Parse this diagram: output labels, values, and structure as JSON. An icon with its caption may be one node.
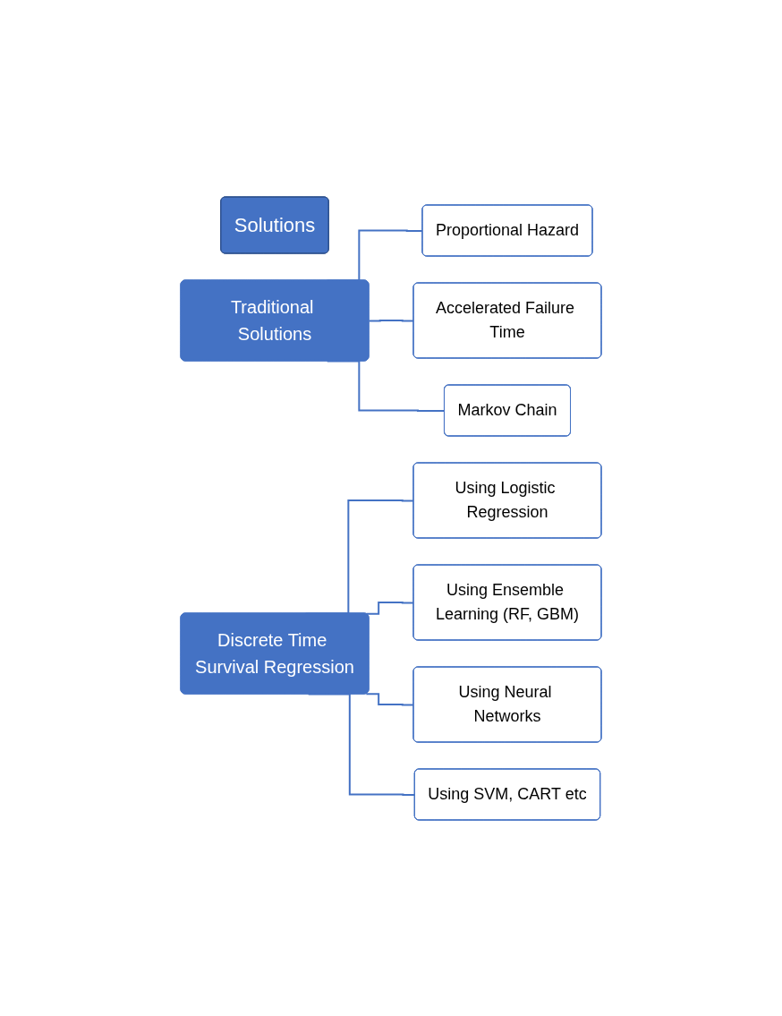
{
  "diagram": {
    "nodes": [
      {
        "text": [
          "Solutions"
        ]
      },
      {
        "text": [
          "Traditional Solutions"
        ]
      },
      {
        "text": [
          "Discrete Time Survival Regression"
        ]
      },
      {
        "text": [
          "Proportional Hazard"
        ]
      },
      {
        "text": [
          "Accelerated Failure Time"
        ]
      },
      {
        "text": [
          "Markov Chain"
        ]
      },
      {
        "text": [
          "Using Logistic Regression"
        ]
      },
      {
        "text": [
          "Using Ensemble Learning (RF, GBM)"
        ]
      },
      {
        "text": [
          "Using Neural Networks"
        ]
      },
      {
        "text": [
          "Using SVM, CART etc"
        ]
      }
    ],
    "edges": [
      {
        "from": 1,
        "to": 3,
        "arrow": "none"
      },
      {
        "from": 1,
        "to": 4,
        "arrow": "none"
      },
      {
        "from": 1,
        "to": 5,
        "arrow": "none"
      },
      {
        "from": 2,
        "to": 6,
        "arrow": "none"
      },
      {
        "from": 2,
        "to": 7,
        "arrow": "none"
      },
      {
        "from": 2,
        "to": 8,
        "arrow": "none"
      },
      {
        "from": 2,
        "to": 9,
        "arrow": "none"
      }
    ]
  }
}
